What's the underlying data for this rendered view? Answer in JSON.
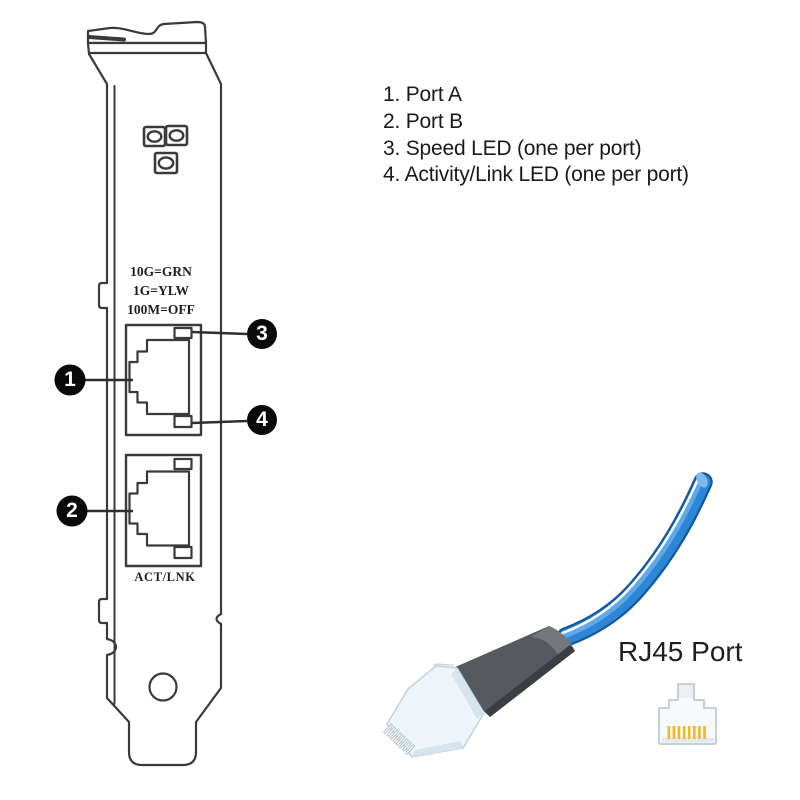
{
  "legend": {
    "items": [
      {
        "line": "1. Port A"
      },
      {
        "line": "2. Port B"
      },
      {
        "line": "3. Speed LED (one per port)"
      },
      {
        "line": "4. Activity/Link LED (one per port)"
      }
    ]
  },
  "callouts": {
    "port_a": "1",
    "port_b": "2",
    "speed_led": "3",
    "activity_led": "4"
  },
  "bracket_text": {
    "speed_key": [
      "10G=GRN",
      "1G=YLW",
      "100M=OFF"
    ],
    "act_lnk": "ACT/LNK"
  },
  "rj45": {
    "label": "RJ45 Port"
  },
  "colors": {
    "outline_gray": "#3a3a3a",
    "callout_black": "#0a0a0a",
    "cable_blue": "#2e86d6",
    "cable_dark_blue": "#15599c",
    "cable_light_blue": "#5fa9e8",
    "cable_highlight": "#ffffff",
    "boot_gray": "#56595d",
    "boot_shadow": "#3b3e42",
    "boot_light": "#75797e",
    "plug_white": "#eef5fa",
    "pin_gold": "#f4b71e"
  }
}
